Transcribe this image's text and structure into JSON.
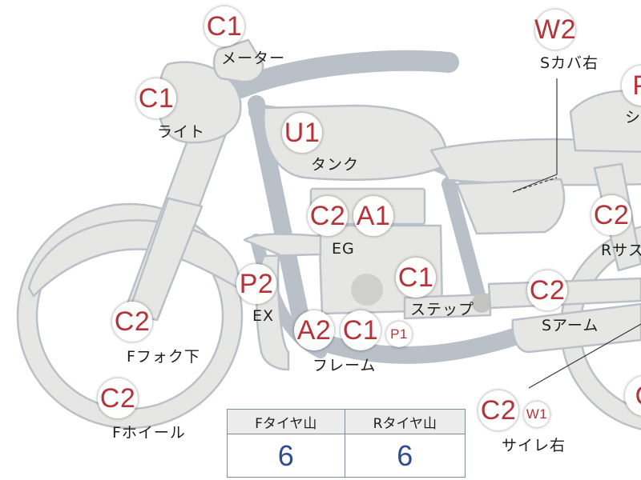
{
  "colors": {
    "code": "#b3343a",
    "tread_value": "#2e4d91",
    "part_fill": "#e6e7e4",
    "part_outline": "#b9c0c8"
  },
  "markers": [
    {
      "id": "meter",
      "codes": [
        {
          "code": "C1",
          "size": "large"
        }
      ],
      "part": "メーター"
    },
    {
      "id": "light",
      "codes": [
        {
          "code": "C1",
          "size": "large"
        }
      ],
      "part": "ライト"
    },
    {
      "id": "tank",
      "codes": [
        {
          "code": "U1",
          "size": "large"
        }
      ],
      "part": "タンク"
    },
    {
      "id": "engine",
      "codes": [
        {
          "code": "C2",
          "size": "large"
        },
        {
          "code": "A1",
          "size": "large"
        }
      ],
      "part": "EG"
    },
    {
      "id": "step",
      "codes": [
        {
          "code": "C1",
          "size": "large"
        }
      ],
      "part": "ステップ"
    },
    {
      "id": "exhaust",
      "codes": [
        {
          "code": "P2",
          "size": "large"
        }
      ],
      "part": "EX"
    },
    {
      "id": "frame",
      "codes": [
        {
          "code": "A2",
          "size": "large"
        },
        {
          "code": "C1",
          "size": "large"
        },
        {
          "code": "P1",
          "size": "small"
        }
      ],
      "part": "フレーム"
    },
    {
      "id": "front-fork-lower",
      "codes": [
        {
          "code": "C2",
          "size": "large"
        }
      ],
      "part": "Fフォク下"
    },
    {
      "id": "front-wheel",
      "codes": [
        {
          "code": "C2",
          "size": "large"
        }
      ],
      "part": "Fホイール"
    },
    {
      "id": "side-cover-right",
      "codes": [
        {
          "code": "W2",
          "size": "large"
        }
      ],
      "part": "Sカバ右"
    },
    {
      "id": "seat",
      "codes": [
        {
          "code": "P",
          "size": "large"
        }
      ],
      "part": "シ"
    },
    {
      "id": "rear-suspension",
      "codes": [
        {
          "code": "C2",
          "size": "large"
        }
      ],
      "part": "Rサス"
    },
    {
      "id": "swing-arm",
      "codes": [
        {
          "code": "C2",
          "size": "large"
        }
      ],
      "part": "Sアーム"
    },
    {
      "id": "silencer-right",
      "codes": [
        {
          "code": "C2",
          "size": "large"
        },
        {
          "code": "W1",
          "size": "small"
        }
      ],
      "part": "サイレ右"
    },
    {
      "id": "rear-wheel",
      "codes": [
        {
          "code": "C",
          "size": "large"
        }
      ],
      "part": ""
    }
  ],
  "tread": {
    "headers": [
      "Fタイヤ山",
      "Rタイヤ山"
    ],
    "values": [
      "6",
      "6"
    ]
  }
}
